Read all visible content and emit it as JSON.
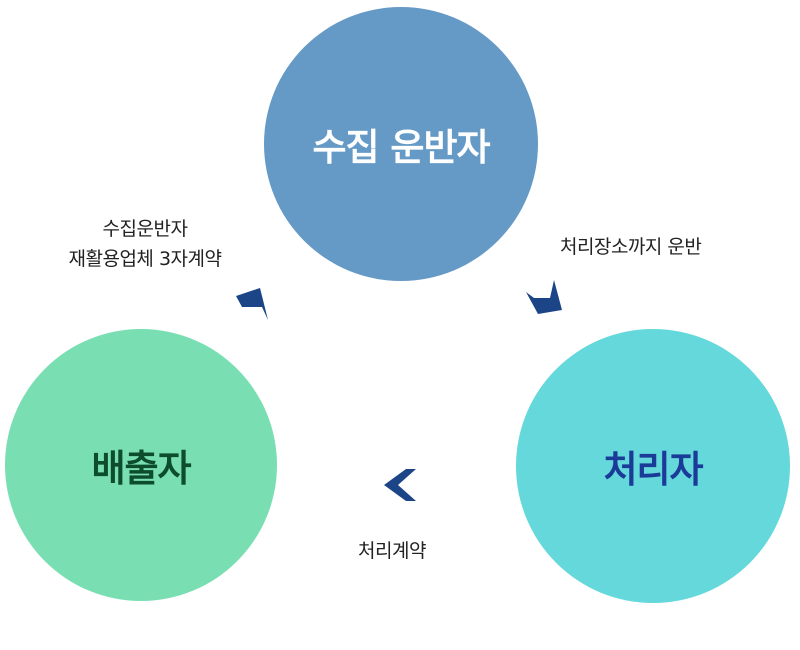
{
  "nodes": {
    "collector": {
      "label": "수집 운반자",
      "fill": "#6599c6",
      "text_color": "#ffffff"
    },
    "processor": {
      "label": "처리자",
      "fill": "#64d8da",
      "text_color": "#1b3b99"
    },
    "discharger": {
      "label": "배출자",
      "fill": "#79dfb3",
      "text_color": "#0d4d2c"
    }
  },
  "edges": {
    "discharger_to_collector": {
      "line1": "수집운반자",
      "line2": "재활용업체 3자계약"
    },
    "collector_to_processor": {
      "label": "처리장소까지 운반"
    },
    "processor_to_discharger": {
      "label": "처리계약"
    }
  },
  "colors": {
    "arrow": "#1c4588"
  },
  "icons": [
    "chevron-up-icon",
    "chevron-down-icon",
    "chevron-left-icon"
  ]
}
